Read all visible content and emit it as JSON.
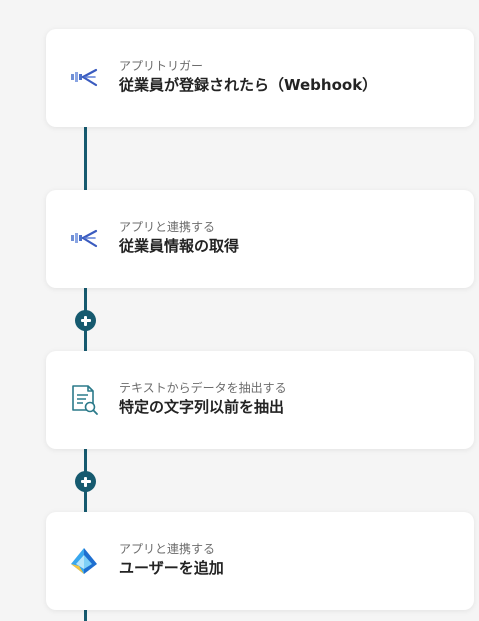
{
  "flow": {
    "steps": [
      {
        "subtitle": "アプリトリガー",
        "title": "従業員が登録されたら（Webhook）",
        "icon": "app-logo-icon"
      },
      {
        "subtitle": "アプリと連携する",
        "title": "従業員情報の取得",
        "icon": "app-logo-icon"
      },
      {
        "subtitle": "テキストからデータを抽出する",
        "title": "特定の文字列以前を抽出",
        "icon": "document-search-icon"
      },
      {
        "subtitle": "アプリと連携する",
        "title": "ユーザーを追加",
        "icon": "azure-ad-icon"
      }
    ]
  },
  "colors": {
    "connector": "#165a6f",
    "background": "#f5f5f5",
    "card": "#ffffff"
  }
}
